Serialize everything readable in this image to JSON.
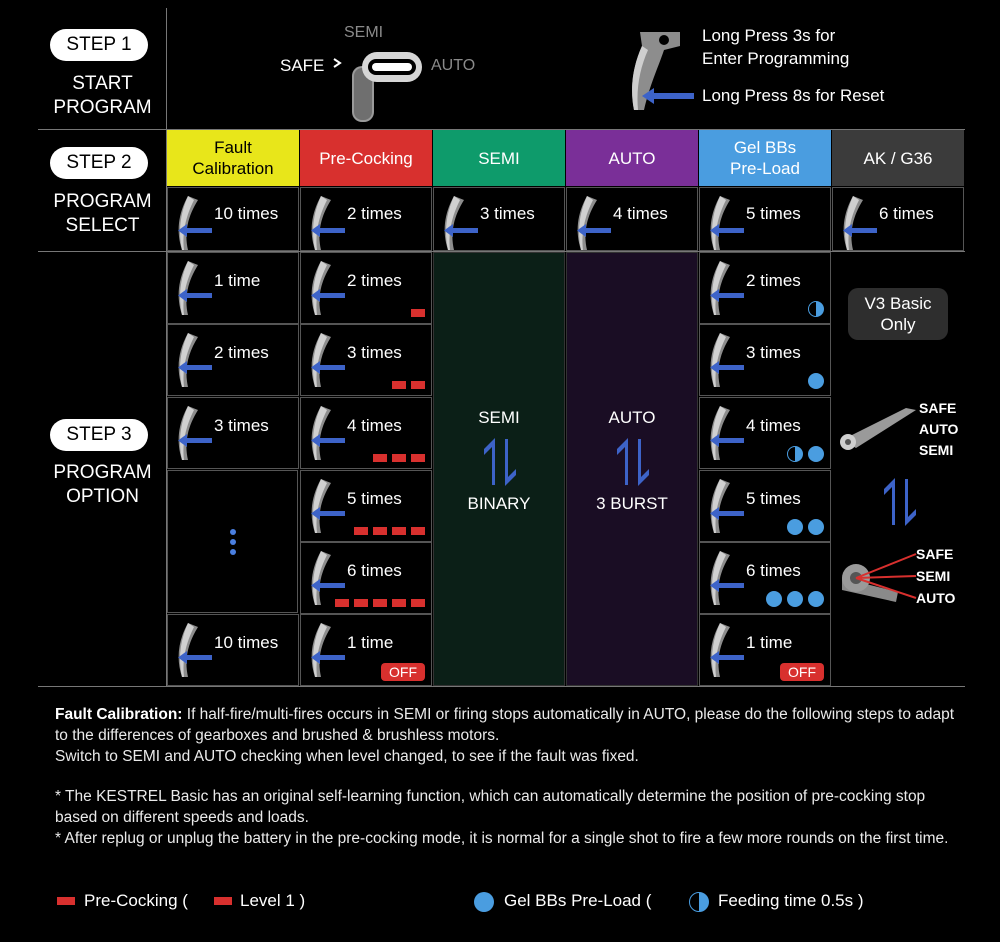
{
  "step1": {
    "label": "STEP 1",
    "title_line1": "START",
    "title_line2": "PROGRAM",
    "switch_semi": "SEMI",
    "switch_safe": "SAFE",
    "switch_auto": "AUTO",
    "instr1_line1": "Long Press 3s for",
    "instr1_line2": "Enter Programming",
    "instr2": "Long Press 8s for Reset"
  },
  "step2": {
    "label": "STEP 2",
    "title_line1": "PROGRAM",
    "title_line2": "SELECT"
  },
  "step3": {
    "label": "STEP 3",
    "title_line1": "PROGRAM",
    "title_line2": "OPTION"
  },
  "headers": [
    {
      "line1": "Fault",
      "line2": "Calibration",
      "bg": "#e8e61a",
      "fg": "#000000"
    },
    {
      "line1": "Pre-Cocking",
      "line2": "",
      "bg": "#d8302e",
      "fg": "#ffffff"
    },
    {
      "line1": "SEMI",
      "line2": "",
      "bg": "#0e9b6b",
      "fg": "#ffffff"
    },
    {
      "line1": "AUTO",
      "line2": "",
      "bg": "#7a2f98",
      "fg": "#ffffff"
    },
    {
      "line1": "Gel BBs",
      "line2": "Pre-Load",
      "bg": "#4a9de0",
      "fg": "#ffffff"
    },
    {
      "line1": "AK / G36",
      "line2": "",
      "bg": "#3b3b3b",
      "fg": "#ffffff"
    }
  ],
  "select_counts": [
    "10 times",
    "2 times",
    "3 times",
    "4 times",
    "5 times",
    "6 times"
  ],
  "fault_options": [
    "1 time",
    "2 times",
    "3 times",
    "10 times"
  ],
  "precock_options": [
    "2 times",
    "3 times",
    "4 times",
    "5 times",
    "6 times",
    "1 time"
  ],
  "precock_levels": [
    1,
    2,
    3,
    4,
    5,
    0
  ],
  "gel_options": [
    "2 times",
    "3 times",
    "4 times",
    "5 times",
    "6 times",
    "1 time"
  ],
  "off_label": "OFF",
  "semi_col": {
    "top": "SEMI",
    "bottom": "BINARY"
  },
  "auto_col": {
    "top": "AUTO",
    "bottom": "3 BURST"
  },
  "ak": {
    "badge_line1": "V3 Basic",
    "badge_line2": "Only",
    "a_safe": "SAFE",
    "a_auto": "AUTO",
    "a_semi": "SEMI",
    "b_safe": "SAFE",
    "b_semi": "SEMI",
    "b_auto": "AUTO"
  },
  "notes": {
    "fault_label": "Fault Calibration:",
    "fault_text": " If half-fire/multi-fires occurs in SEMI or firing stops automatically in AUTO, please do the following steps to adapt to the differences of gearboxes and brushed & brushless motors.",
    "fault_text2": "Switch to SEMI and AUTO checking when level changed, to see if the fault was fixed.",
    "n1": "* The KESTREL Basic has an original self-learning function, which can automatically determine the position of pre-cocking stop based on different speeds and loads.",
    "n2": "* After replug or unplug the battery in the pre-cocking mode, it is normal for a single shot to fire a few more rounds on the first time."
  },
  "legend": {
    "precock": "Pre-Cocking (",
    "level": "Level 1 )",
    "gel": "Gel BBs Pre-Load (",
    "feed": "Feeding time 0.5s )"
  },
  "colors": {
    "red": "#d8302e",
    "blue_dot": "#4a9de0",
    "arrow_blue": "#3d63c8",
    "semi_col_bg": "#0b1f17",
    "auto_col_bg": "#1a0d24"
  }
}
